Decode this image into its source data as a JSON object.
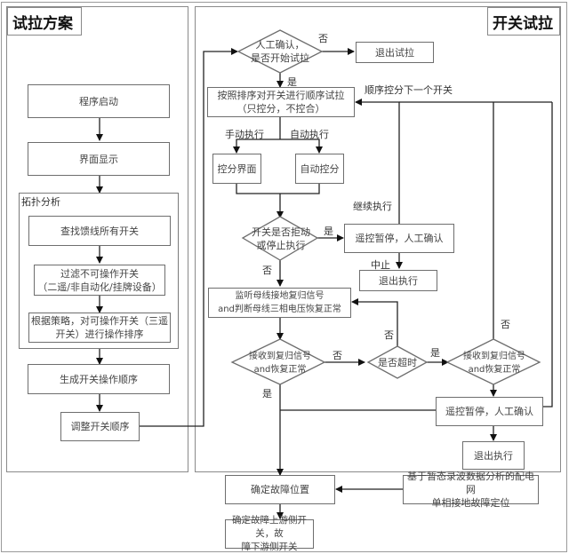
{
  "panels": {
    "left_title": "试拉方案",
    "right_title": "开关试拉"
  },
  "left": {
    "program_start": "程序启动",
    "interface_display": "界面显示",
    "topology_group_label": "拓扑分析",
    "find_switches": "查找馈线所有开关",
    "filter_switches": "过滤不可操作开关\n（二遥/非自动化/挂牌设备）",
    "sort_switches": "根据策略，对可操作开关（三遥\n开关）进行操作排序",
    "generate_order": "生成开关操作顺序",
    "adjust_order": "调整开关顺序"
  },
  "right": {
    "confirm_start": "人工确认，\n是否开始试拉",
    "exit_trial": "退出试拉",
    "sequential_trial": "按照排序对开关进行顺序试拉\n（只控分，不控合）",
    "manual_exec_label": "手动执行",
    "auto_exec_label": "自动执行",
    "control_open_ui": "控分界面",
    "auto_control_open": "自动控分",
    "refused_or_stopped": "开关是否拒动\n或停止执行",
    "remote_pause_confirm_1": "遥控暂停，人工确认",
    "continue_label": "继续执行",
    "abort_label": "中止",
    "exit_exec_1": "退出执行",
    "monitor_signal": "监听母线接地复归信号\nand判断母线三相电压恢复正常",
    "received_reset_1": "接收到复归信号\nand恢复正常",
    "timeout": "是否超时",
    "received_reset_2": "接收到复归信号\nand恢复正常",
    "remote_pause_confirm_2": "遥控暂停，人工确认",
    "exit_exec_2": "退出执行",
    "next_switch_label": "顺序控分下一个开关"
  },
  "bottom": {
    "determine_fault_location": "确定故障位置",
    "transient_location": "基于暂态录波数据分析的配电网\n单相接地故障定位",
    "upstream_downstream": "确定故障上游侧开关，故\n障下游侧开关"
  },
  "edge_labels": {
    "no": "否",
    "yes": "是"
  }
}
